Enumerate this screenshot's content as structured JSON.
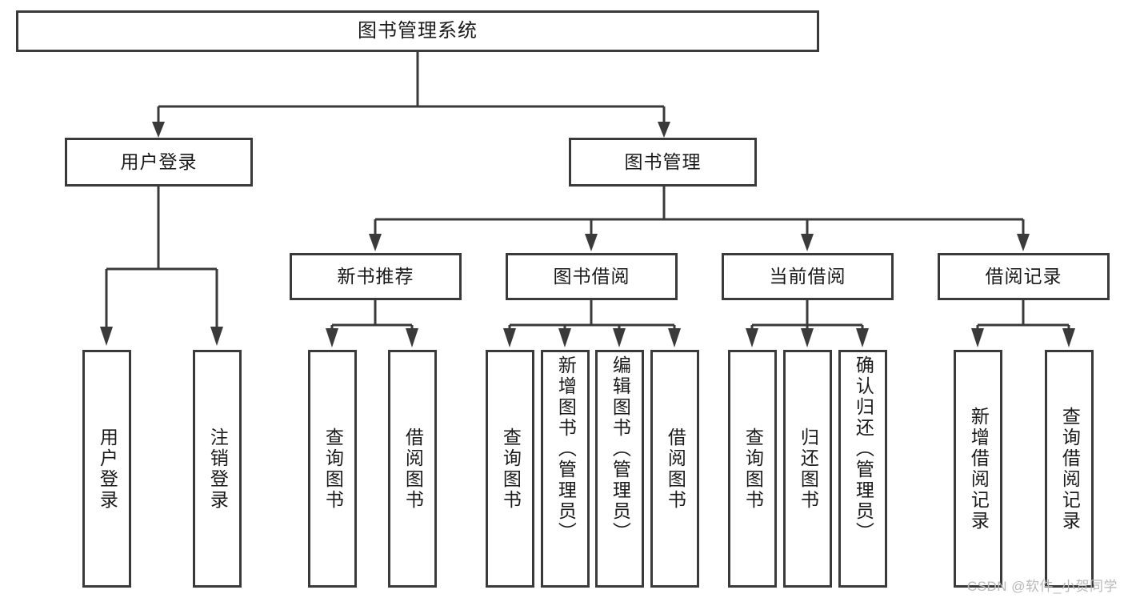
{
  "diagram": {
    "title": "图书管理系统",
    "type": "tree-hierarchy",
    "root": {
      "label": "图书管理系统"
    },
    "level2": [
      {
        "label": "用户登录"
      },
      {
        "label": "图书管理"
      }
    ],
    "level3": [
      {
        "label": "新书推荐"
      },
      {
        "label": "图书借阅"
      },
      {
        "label": "当前借阅"
      },
      {
        "label": "借阅记录"
      }
    ],
    "leaves": {
      "user_login": [
        {
          "label": "用户登录"
        },
        {
          "label": "注销登录"
        }
      ],
      "new_book": [
        {
          "label": "查询图书"
        },
        {
          "label": "借阅图书"
        }
      ],
      "book_borrow": [
        {
          "label": "查询图书"
        },
        {
          "label": "新增图书（管理员）"
        },
        {
          "label": "编辑图书（管理员）"
        },
        {
          "label": "借阅图书"
        }
      ],
      "current_borrow": [
        {
          "label": "查询图书"
        },
        {
          "label": "归还图书"
        },
        {
          "label": "确认归还（管理员）"
        }
      ],
      "borrow_record": [
        {
          "label": "新增借阅记录"
        },
        {
          "label": "查询借阅记录"
        }
      ]
    }
  },
  "watermark": {
    "text": "CSDN @软件_小贺同学"
  },
  "colors": {
    "stroke": "#3a3a3a",
    "text": "#1a1a1a",
    "background": "#ffffff",
    "watermark": "#b9b9b9"
  }
}
